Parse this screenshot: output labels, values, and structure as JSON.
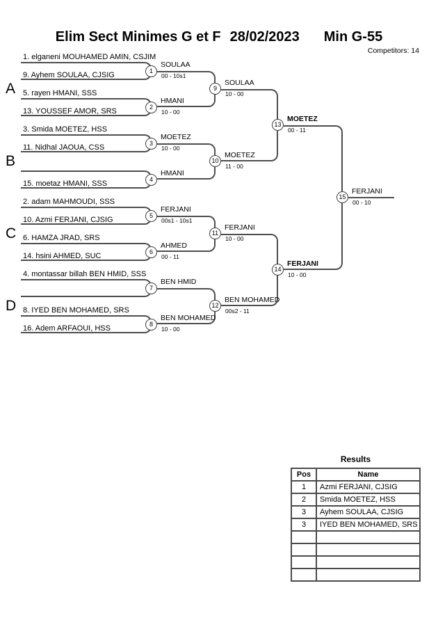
{
  "header": {
    "title": "Elim Sect Minimes G et F",
    "date": "28/02/2023",
    "category": "Min G-55",
    "competitors_label": "Competitors: 14"
  },
  "groups": [
    "A",
    "B",
    "C",
    "D"
  ],
  "entries": [
    "1. elganeni MOUHAMED AMIN, CSJIM",
    "9. Ayhem SOULAA, CJSIG",
    "5. rayen HMANI, SSS",
    "13. YOUSSEF AMOR, SRS",
    "3. Smida MOETEZ, HSS",
    "11. Nidhal JAOUA, CSS",
    "",
    "15. moetaz HMANI, SSS",
    "2. adam MAHMOUDI, SSS",
    "10. Azmi FERJANI, CJSIG",
    "6. HAMZA JRAD, SRS",
    "14. hsini AHMED, SUC",
    "4. montassar billah BEN HMID, SSS",
    "",
    "8. IYED BEN MOHAMED, SRS",
    "16. Adem ARFAOUI, HSS"
  ],
  "round1": [
    {
      "no": "1",
      "winner": "SOULAA",
      "score": "00 - 10s1"
    },
    {
      "no": "2",
      "winner": "HMANI",
      "score": "10 - 00"
    },
    {
      "no": "3",
      "winner": "MOETEZ",
      "score": "10 - 00"
    },
    {
      "no": "4",
      "winner": "HMANI",
      "score": ""
    },
    {
      "no": "5",
      "winner": "FERJANI",
      "score": "00s1 - 10s1"
    },
    {
      "no": "6",
      "winner": "AHMED",
      "score": "00 - 11"
    },
    {
      "no": "7",
      "winner": "BEN HMID",
      "score": ""
    },
    {
      "no": "8",
      "winner": "BEN MOHAMED",
      "score": "10 - 00"
    }
  ],
  "round2": [
    {
      "no": "9",
      "winner": "SOULAA",
      "score": "10 - 00"
    },
    {
      "no": "10",
      "winner": "MOETEZ",
      "score": "11 - 00"
    },
    {
      "no": "11",
      "winner": "FERJANI",
      "score": "10 - 00"
    },
    {
      "no": "12",
      "winner": "BEN MOHAMED",
      "score": "00s2 - 11"
    }
  ],
  "semifinals": [
    {
      "no": "13",
      "winner": "MOETEZ",
      "score": "00 - 11"
    },
    {
      "no": "14",
      "winner": "FERJANI",
      "score": "10 - 00"
    }
  ],
  "final": {
    "no": "15",
    "winner": "FERJANI",
    "score": "00 - 10"
  },
  "results": {
    "title": "Results",
    "columns": [
      "Pos",
      "Name"
    ],
    "rows": [
      {
        "pos": "1",
        "name": "Azmi FERJANI, CJSIG"
      },
      {
        "pos": "2",
        "name": "Smida MOETEZ, HSS"
      },
      {
        "pos": "3",
        "name": "Ayhem SOULAA, CJSIG"
      },
      {
        "pos": "3",
        "name": "IYED BEN MOHAMED, SRS"
      },
      {
        "pos": "",
        "name": ""
      },
      {
        "pos": "",
        "name": ""
      },
      {
        "pos": "",
        "name": ""
      },
      {
        "pos": "",
        "name": ""
      }
    ]
  }
}
